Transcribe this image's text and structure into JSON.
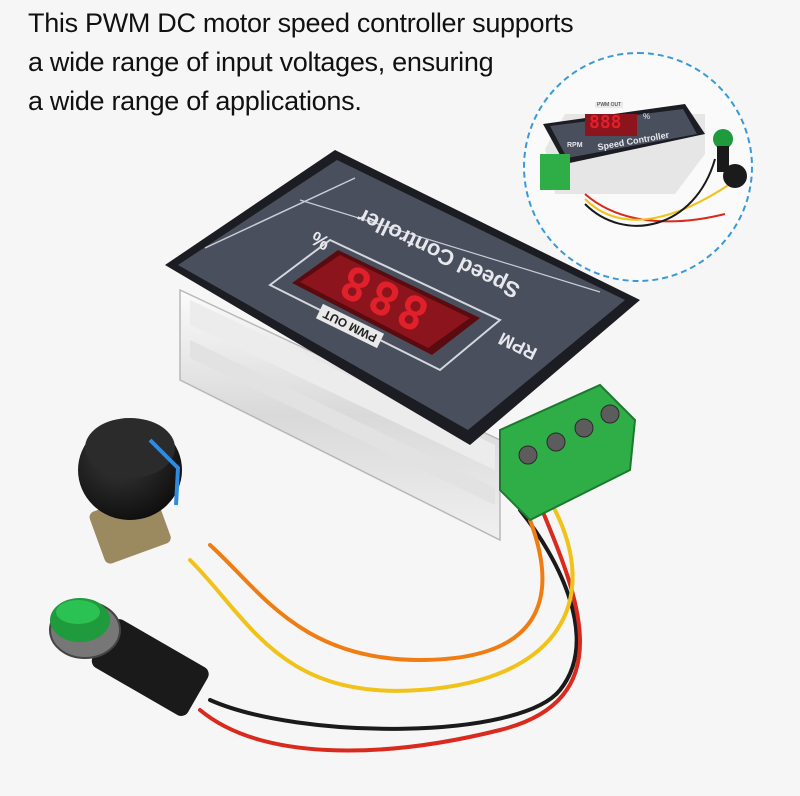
{
  "caption": {
    "line1": "This PWM DC motor speed controller supports",
    "line2": "a wide range of input voltages, ensuring",
    "line3": "a wide range of applications."
  },
  "device": {
    "title": "Speed Controller",
    "unit_percent": "%",
    "unit_rpm": "RPM",
    "display_value": "888",
    "pwm_label": "PWM OUT"
  },
  "inset": {
    "title": "Speed Controller",
    "unit_percent": "%",
    "unit_rpm": "RPM",
    "display_value": "888",
    "pwm_label": "PWM OUT"
  },
  "colors": {
    "panel": "#4a4f5e",
    "display_red": "#e0202a",
    "terminal_green": "#2fae48",
    "knob_black": "#1b1b1b",
    "button_green": "#1f9a3c",
    "inset_border": "#3a9ad8"
  }
}
